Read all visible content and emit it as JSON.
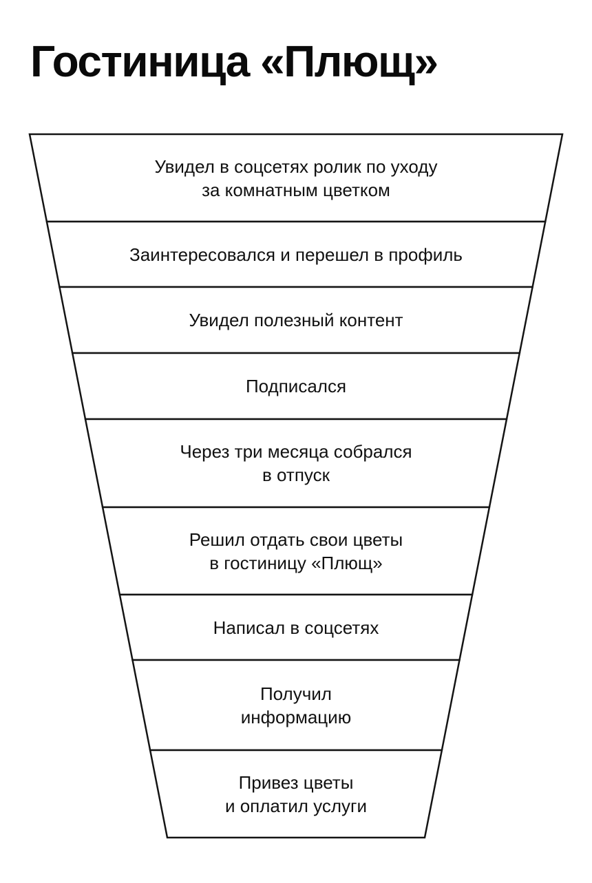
{
  "title": "Гостиница «Плющ»",
  "funnel": {
    "stroke_color": "#141414",
    "highlight_color": "#FCD72E",
    "stages": [
      {
        "label": "Увидел в соцсетях ролик по уходу\nза комнатным цветком",
        "highlighted": false
      },
      {
        "label": "Заинтересовался и перешел в профиль",
        "highlighted": false
      },
      {
        "label": "Увидел полезный контент",
        "highlighted": false
      },
      {
        "label": "Подписался",
        "highlighted": false
      },
      {
        "label": "Через три месяца собрался\nв отпуск",
        "highlighted": false
      },
      {
        "label": "Решил отдать свои цветы\nв гостиницу «Плющ»",
        "highlighted": false
      },
      {
        "label": "Написал в соцсетях",
        "highlighted": false
      },
      {
        "label": "Получил\nинформацию",
        "highlighted": false
      },
      {
        "label": "Привез цветы\nи оплатил услуги",
        "highlighted": true
      }
    ]
  }
}
